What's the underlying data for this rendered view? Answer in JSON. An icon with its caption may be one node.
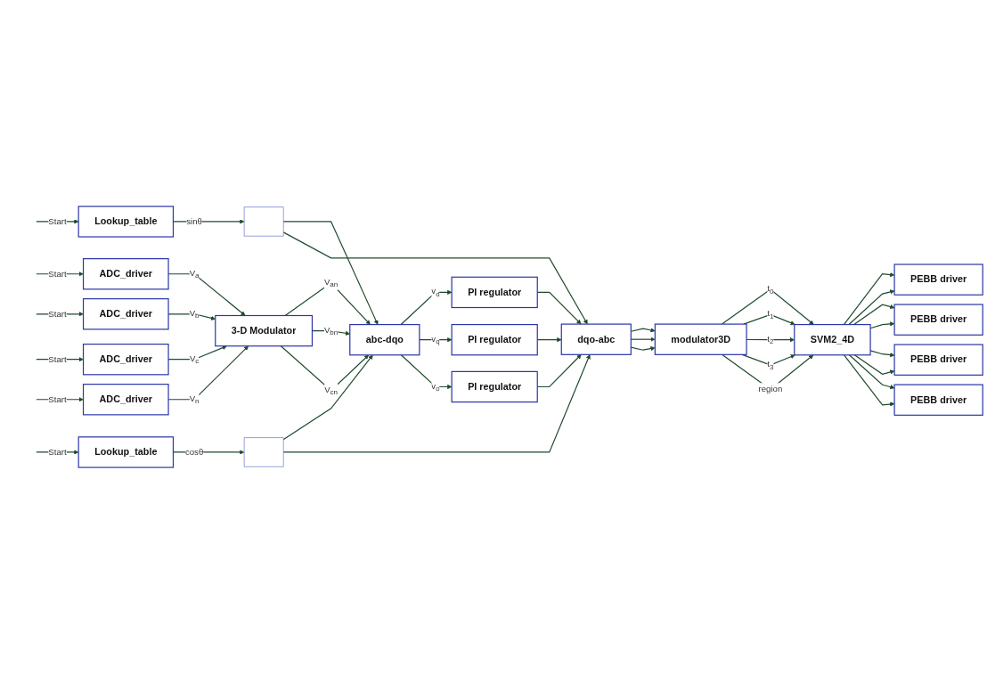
{
  "diagram": {
    "nodes": [
      {
        "text": [
          "ADC_driver"
        ]
      },
      {
        "text": [
          "ADC_driver"
        ]
      },
      {
        "text": [
          "ADC_driver"
        ]
      },
      {
        "text": [
          "ADC_driver"
        ]
      },
      {
        "text": [
          "3-D Modulator"
        ]
      },
      {
        "text": [
          "abc-dqo"
        ]
      },
      {
        "text": [
          "PI regulator"
        ]
      },
      {
        "text": [
          "PI regulator"
        ]
      },
      {
        "text": [
          "PI regulator"
        ]
      },
      {
        "text": [
          "Lookup_table"
        ]
      },
      {
        "text": [
          "Lookup_table"
        ]
      },
      {
        "text": [],
        "shape": "box"
      },
      {
        "text": [],
        "shape": "box"
      },
      {
        "text": [
          "dqo-abc"
        ]
      },
      {
        "text": [
          "modulator3D"
        ]
      },
      {
        "text": [
          "SVM2_4D"
        ]
      },
      {
        "text": [
          "PEBB driver"
        ]
      },
      {
        "text": [
          "PEBB driver"
        ]
      },
      {
        "text": [
          "PEBB driver"
        ]
      },
      {
        "text": [
          "PEBB driver"
        ]
      }
    ],
    "edges": [
      {
        "from": null,
        "to": 0,
        "arrow": "to",
        "label": "Start"
      },
      {
        "from": null,
        "to": 1,
        "arrow": "to",
        "label": "Start"
      },
      {
        "from": null,
        "to": 2,
        "arrow": "to",
        "label": "Start"
      },
      {
        "from": null,
        "to": 3,
        "arrow": "to",
        "label": "Start"
      },
      {
        "from": 0,
        "to": 4,
        "arrow": "to",
        "label": "V$_{a}$"
      },
      {
        "from": 1,
        "to": 4,
        "arrow": "to",
        "label": "V$_{b}$"
      },
      {
        "from": 2,
        "to": 4,
        "arrow": "to",
        "label": "V$_{c}$"
      },
      {
        "from": 3,
        "to": 4,
        "arrow": "to",
        "label": "V$_{n}$"
      },
      {
        "from": 4,
        "to": 5,
        "arrow": "to",
        "label": "V$_{an}$"
      },
      {
        "from": 4,
        "to": 5,
        "arrow": "to",
        "label": "V$_{bn}$"
      },
      {
        "from": 4,
        "to": 5,
        "arrow": "to",
        "label": "V$_{cn}$"
      },
      {
        "from": 11,
        "to": 5,
        "arrow": "to"
      },
      {
        "from": 12,
        "to": 5,
        "arrow": "to"
      },
      {
        "from": 5,
        "to": 6,
        "arrow": "to",
        "label": "v$_{d}$"
      },
      {
        "from": 5,
        "to": 7,
        "arrow": "to",
        "label": "v$_{q}$"
      },
      {
        "from": 5,
        "to": 8,
        "arrow": "to",
        "label": "v$_{o}$"
      },
      {
        "from": null,
        "to": 9,
        "arrow": "to",
        "label": "Start"
      },
      {
        "from": null,
        "to": 10,
        "arrow": "to",
        "label": "Start"
      },
      {
        "from": 9,
        "to": 11,
        "arrow": "to",
        "label": "sinθ"
      },
      {
        "from": 10,
        "to": 12,
        "arrow": "to",
        "label": "cosθ"
      },
      {
        "from": 11,
        "to": 13,
        "arrow": "to"
      },
      {
        "from": 12,
        "to": 13,
        "arrow": "to"
      },
      {
        "from": 6,
        "to": 13,
        "arrow": "to"
      },
      {
        "from": 7,
        "to": 13,
        "arrow": "to"
      },
      {
        "from": 8,
        "to": 13,
        "arrow": "to"
      },
      {
        "from": 13,
        "to": 14,
        "arrow": "to"
      },
      {
        "from": 13,
        "to": 14,
        "arrow": "to"
      },
      {
        "from": 13,
        "to": 14,
        "arrow": "to"
      },
      {
        "from": 14,
        "to": 15,
        "arrow": "to",
        "label": "t$_{0}$"
      },
      {
        "from": 14,
        "to": 15,
        "arrow": "to",
        "label": "t$_{1}$"
      },
      {
        "from": 14,
        "to": 15,
        "arrow": "to",
        "label": "t$_{2}$"
      },
      {
        "from": 14,
        "to": 15,
        "arrow": "to",
        "label": "t$_{3}$"
      },
      {
        "from": 14,
        "to": 15,
        "arrow": "to",
        "label": "region"
      },
      {
        "from": 15,
        "to": 16,
        "arrow": "to"
      },
      {
        "from": 15,
        "to": 16,
        "arrow": "to"
      },
      {
        "from": 15,
        "to": 17,
        "arrow": "to"
      },
      {
        "from": 15,
        "to": 17,
        "arrow": "to"
      },
      {
        "from": 15,
        "to": 18,
        "arrow": "to"
      },
      {
        "from": 15,
        "to": 18,
        "arrow": "to"
      },
      {
        "from": 15,
        "to": 19,
        "arrow": "to"
      },
      {
        "from": 15,
        "to": 19,
        "arrow": "to"
      }
    ]
  }
}
